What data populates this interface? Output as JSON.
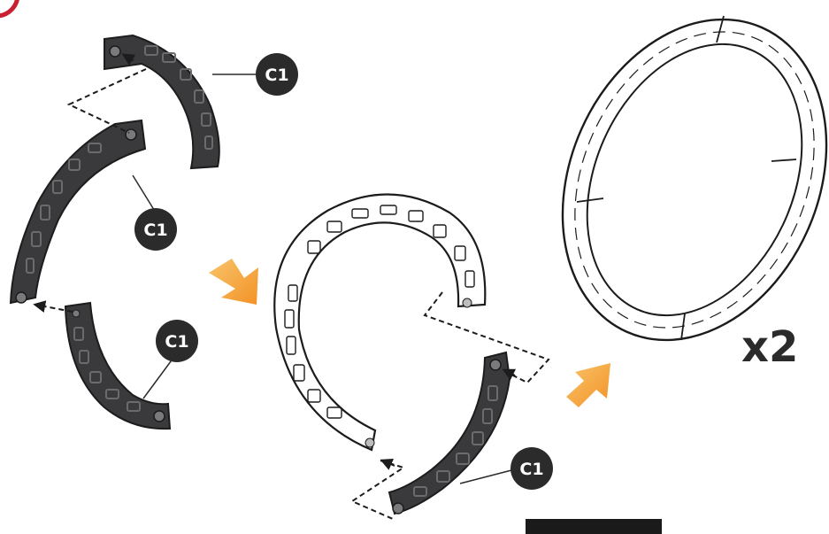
{
  "step": {
    "callouts": [
      {
        "label": "C1"
      },
      {
        "label": "C1"
      },
      {
        "label": "C1"
      },
      {
        "label": "C1"
      }
    ],
    "quantity_label": "x2"
  },
  "colors": {
    "part_dark": "#3a3a3c",
    "part_outline": "#1c1c1c",
    "part_light": "#ffffff",
    "arrow_orange": "#f6a43a",
    "callout_bg": "#2b2b2b",
    "step_badge_red": "#c8202f",
    "bar": "#1a1a1a"
  }
}
